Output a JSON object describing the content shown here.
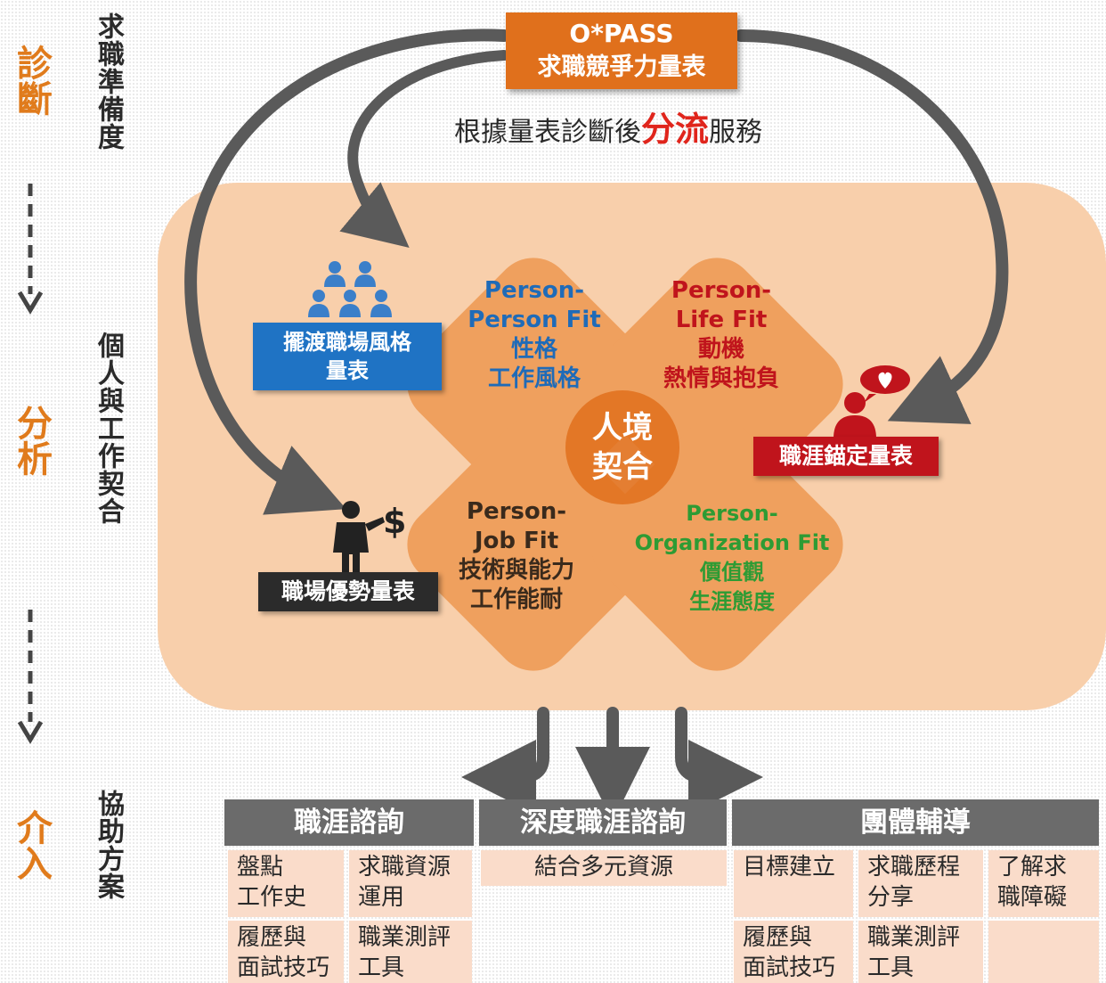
{
  "stages": [
    {
      "title": "診斷",
      "desc": "求職準備度"
    },
    {
      "title": "分析",
      "desc": "個人與工作契合"
    },
    {
      "title": "介入",
      "desc": "協助方案"
    }
  ],
  "opass": {
    "line1": "O*PASS",
    "line2": "求職競爭力量表"
  },
  "tagline": {
    "prefix": "根據量表診斷後",
    "highlight": "分流",
    "suffix": "服務"
  },
  "fits": {
    "person_person": {
      "en1": "Person-",
      "en2": "Person Fit",
      "zh1": "性格",
      "zh2": "工作風格"
    },
    "person_life": {
      "en1": "Person-",
      "en2": "Life Fit",
      "zh1": "動機",
      "zh2": "熱情與抱負"
    },
    "person_job": {
      "en1": "Person-",
      "en2": "Job Fit",
      "zh1": "技術與能力",
      "zh2": "工作能耐"
    },
    "person_org": {
      "en1": "Person-",
      "en2": "Organization Fit",
      "zh1": "價值觀",
      "zh2": "生涯態度"
    },
    "center": {
      "line1": "人境",
      "line2": "契合"
    }
  },
  "scales": {
    "style": {
      "line1": "擺渡職場風格",
      "line2": "量表"
    },
    "anchor": "職涯錨定量表",
    "strength": "職場優勢量表"
  },
  "colors": {
    "orange": "#e0701c",
    "panel": "#f8cfab",
    "blue": "#1f73c4",
    "red": "#c0141c",
    "green": "#2e9b34",
    "header_gray": "#6b6b6b",
    "cell_pink": "#fadcca"
  },
  "programs": {
    "career_counseling": {
      "title": "職涯諮詢",
      "cells": [
        "盤點\n工作史",
        "求職資源\n運用",
        "履歷與\n面試技巧",
        "職業測評\n工具"
      ]
    },
    "deep_counseling": {
      "title": "深度職涯諮詢",
      "cells": [
        "結合多元資源"
      ]
    },
    "group_guidance": {
      "title": "團體輔導",
      "cells": [
        "目標建立",
        "求職歷程\n分享",
        "了解求\n職障礙",
        "履歷與\n面試技巧",
        "職業測評\n工具"
      ]
    }
  }
}
